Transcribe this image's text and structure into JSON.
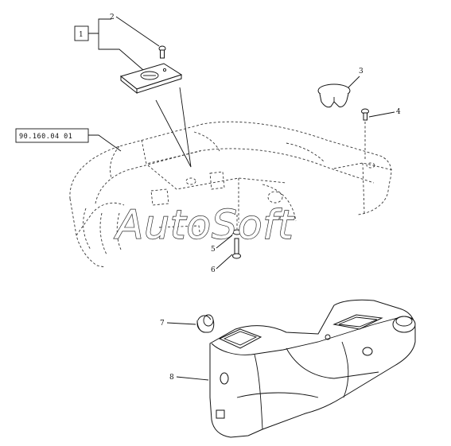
{
  "callouts": {
    "c1": "1",
    "c2": "2",
    "c3": "3",
    "c4": "4",
    "c5": "5",
    "c6": "6",
    "c7": "7",
    "c8": "8"
  },
  "reference_box": "90.160.04 01",
  "watermark": "AutoSoft",
  "colors": {
    "ink": "#111111",
    "background": "#ffffff"
  }
}
